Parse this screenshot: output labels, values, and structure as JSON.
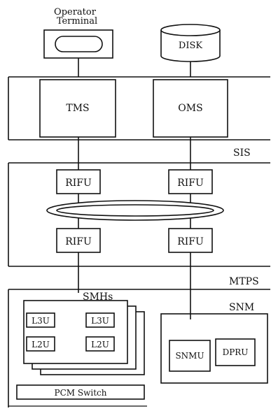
{
  "diagram": {
    "operator_terminal": {
      "line1": "Operator",
      "line2": "Terminal"
    },
    "disk": "DISK",
    "tms": "TMS",
    "oms": "OMS",
    "sis": "SIS",
    "rifu_top_left": "RIFU",
    "rifu_top_right": "RIFU",
    "rifu_bottom_left": "RIFU",
    "rifu_bottom_right": "RIFU",
    "mtps": "MTPS",
    "smhs": "SMHs",
    "l3u_left": "L3U",
    "l3u_right": "L3U",
    "l2u_left": "L2U",
    "l2u_right": "L2U",
    "snm": "SNM",
    "snmu": "SNMU",
    "dpru": "DPRU",
    "pcm_switch": "PCM Switch"
  }
}
